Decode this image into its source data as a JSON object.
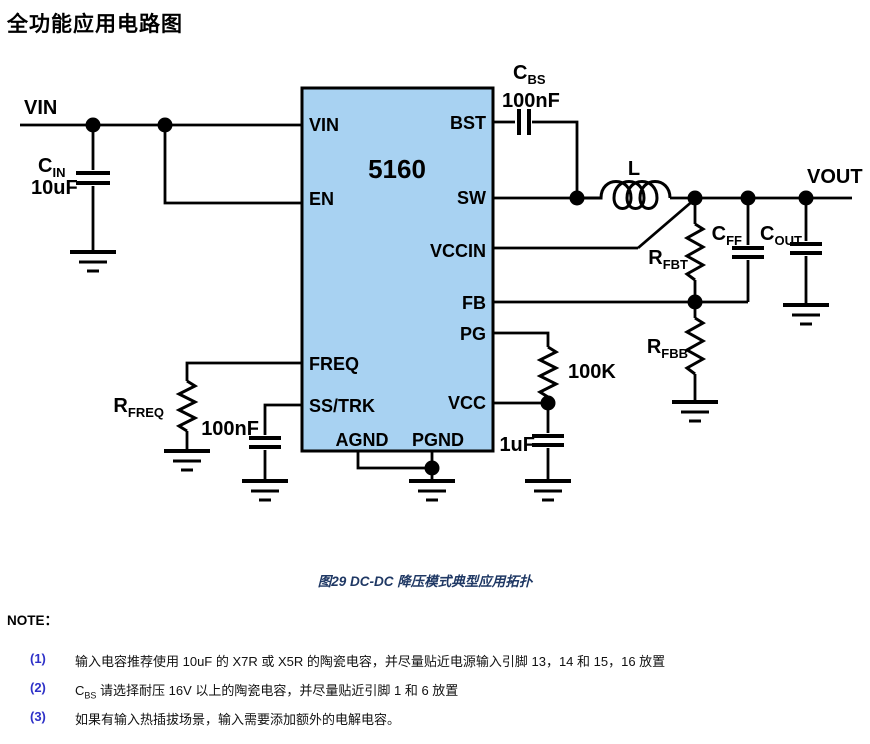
{
  "title": "全功能应用电路图",
  "colors": {
    "ic_fill": "#A8D2F2",
    "caption_text": "#1F3864",
    "note_number": "#2E31C8",
    "wire": "#000000"
  },
  "chip": {
    "name": "5160",
    "pins": {
      "vin": "VIN",
      "en": "EN",
      "freq": "FREQ",
      "ss_trk": "SS/TRK",
      "bst": "BST",
      "sw": "SW",
      "vccin": "VCCIN",
      "fb": "FB",
      "pg": "PG",
      "vcc": "VCC",
      "agnd": "AGND",
      "pgnd": "PGND"
    }
  },
  "nets": {
    "vin": "VIN",
    "vout": "VOUT"
  },
  "components": {
    "cin": {
      "ref": "C",
      "sub": "IN",
      "value": "10uF"
    },
    "cbs": {
      "ref": "C",
      "sub": "BS",
      "value": "100nF"
    },
    "l": {
      "ref": "L"
    },
    "rfbt": {
      "ref": "R",
      "sub": "FBT"
    },
    "rfbb": {
      "ref": "R",
      "sub": "FBB"
    },
    "cff": {
      "ref": "C",
      "sub": "FF"
    },
    "cout": {
      "ref": "C",
      "sub": "OUT"
    },
    "rfreq": {
      "ref": "R",
      "sub": "FREQ"
    },
    "css": {
      "value": "100nF"
    },
    "rpg": {
      "value": "100K"
    },
    "cvcc": {
      "value": "1uF"
    }
  },
  "caption": "图29 DC-DC 降压模式典型应用拓扑",
  "note": {
    "heading": "NOTE：",
    "items": [
      {
        "num": "(1)",
        "pre": "",
        "sub": "",
        "text": "输入电容推荐使用 10uF 的 X7R 或 X5R 的陶瓷电容，并尽量贴近电源输入引脚 13，14 和 15，16 放置"
      },
      {
        "num": "(2)",
        "pre": "C",
        "sub": "BS",
        "text": " 请选择耐压 16V 以上的陶瓷电容，并尽量贴近引脚 1 和 6 放置"
      },
      {
        "num": "(3)",
        "pre": "",
        "sub": "",
        "text": "如果有输入热插拔场景，输入需要添加额外的电解电容。"
      }
    ]
  }
}
